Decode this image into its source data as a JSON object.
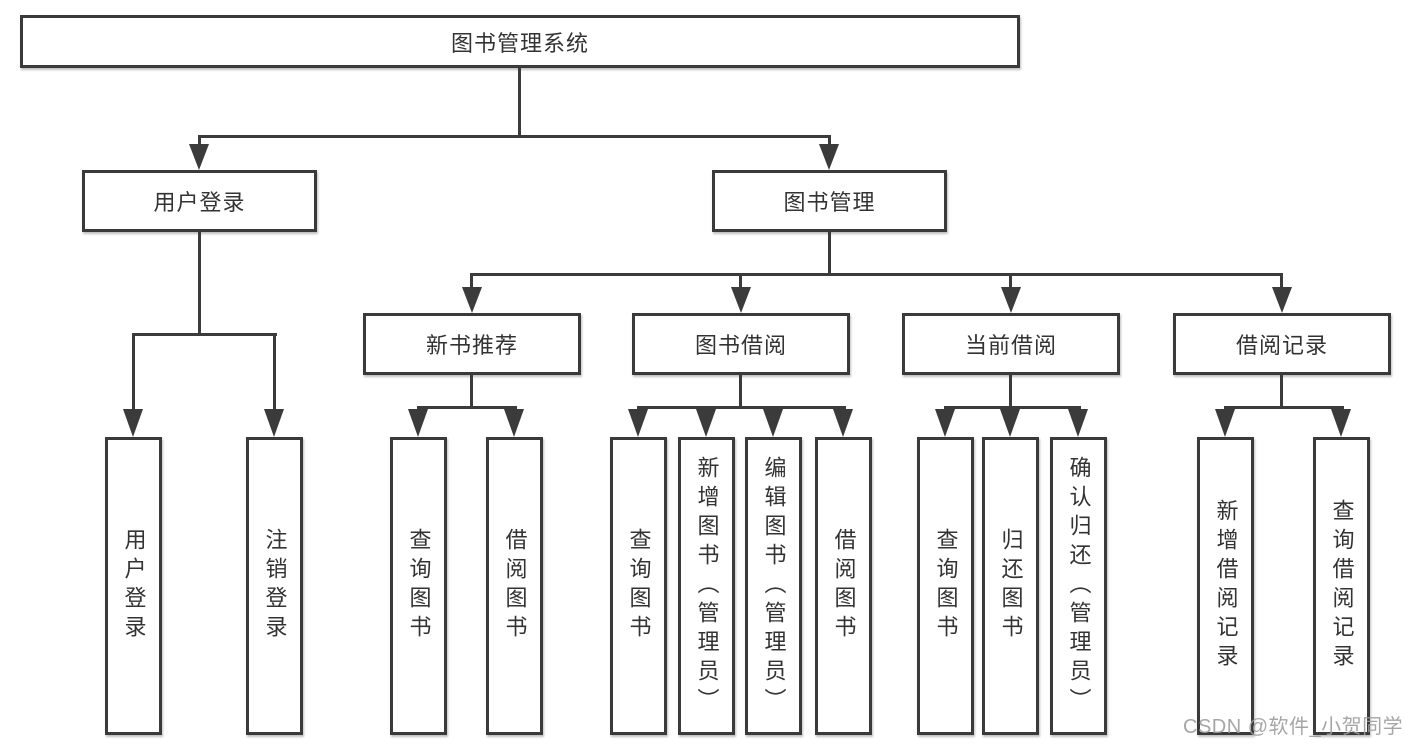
{
  "watermark": "CSDN @软件_小贺同学",
  "colors": {
    "line": "#3b3b3b",
    "node_border": "#3a3a3a",
    "node_text": "#333333",
    "watermark_text": "#9d9d9d",
    "background": "#ffffff"
  },
  "tree": {
    "label": "图书管理系统",
    "children": [
      {
        "label": "用户登录",
        "children": [
          {
            "label": "用户登录"
          },
          {
            "label": "注销登录"
          }
        ]
      },
      {
        "label": "图书管理",
        "children": [
          {
            "label": "新书推荐",
            "children": [
              {
                "label": "查询图书"
              },
              {
                "label": "借阅图书"
              }
            ]
          },
          {
            "label": "图书借阅",
            "children": [
              {
                "label": "查询图书"
              },
              {
                "label": "新增图书（管理员）"
              },
              {
                "label": "编辑图书（管理员）"
              },
              {
                "label": "借阅图书"
              }
            ]
          },
          {
            "label": "当前借阅",
            "children": [
              {
                "label": "查询图书"
              },
              {
                "label": "归还图书"
              },
              {
                "label": "确认归还（管理员）"
              }
            ]
          },
          {
            "label": "借阅记录",
            "children": [
              {
                "label": "新增借阅记录"
              },
              {
                "label": "查询借阅记录"
              }
            ]
          }
        ]
      }
    ]
  }
}
